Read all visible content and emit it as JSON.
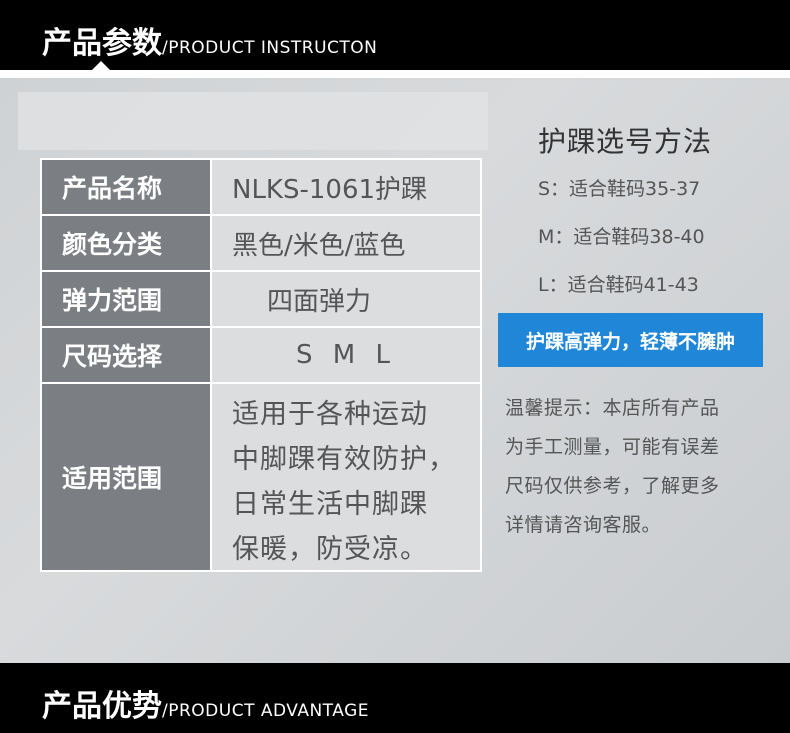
{
  "header_top": {
    "title": "产品参数",
    "subtitle": "/PRODUCT INSTRUCTON"
  },
  "header_bottom": {
    "title": "产品优势",
    "subtitle": "/PRODUCT ADVANTAGE"
  },
  "spec_table": {
    "rows": [
      {
        "label": "产品名称",
        "value": "NLKS-1061护踝"
      },
      {
        "label": "颜色分类",
        "value": "黑色/米色/蓝色"
      },
      {
        "label": "弹力范围",
        "value": "四面弹力"
      },
      {
        "label": "尺码选择",
        "value": "S M L"
      },
      {
        "label": "适用范围",
        "value_lines": [
          "适用于各种运动",
          "中脚踝有效防护，",
          "日常生活中脚踝",
          "保暖，防受凉。"
        ]
      }
    ]
  },
  "size_guide": {
    "title": "护踝选号方法",
    "lines": [
      "S：适合鞋码35-37",
      "M：适合鞋码38-40",
      "L：适合鞋码41-43"
    ]
  },
  "banner": {
    "text": "护踝高弹力，轻薄不臃肿",
    "color": "#1f86d8"
  },
  "tips": {
    "lines": [
      "温馨提示：本店所有产品",
      "为手工测量，可能有误差",
      "尺码仅供参考，了解更多",
      "详情请咨询客服。"
    ]
  }
}
